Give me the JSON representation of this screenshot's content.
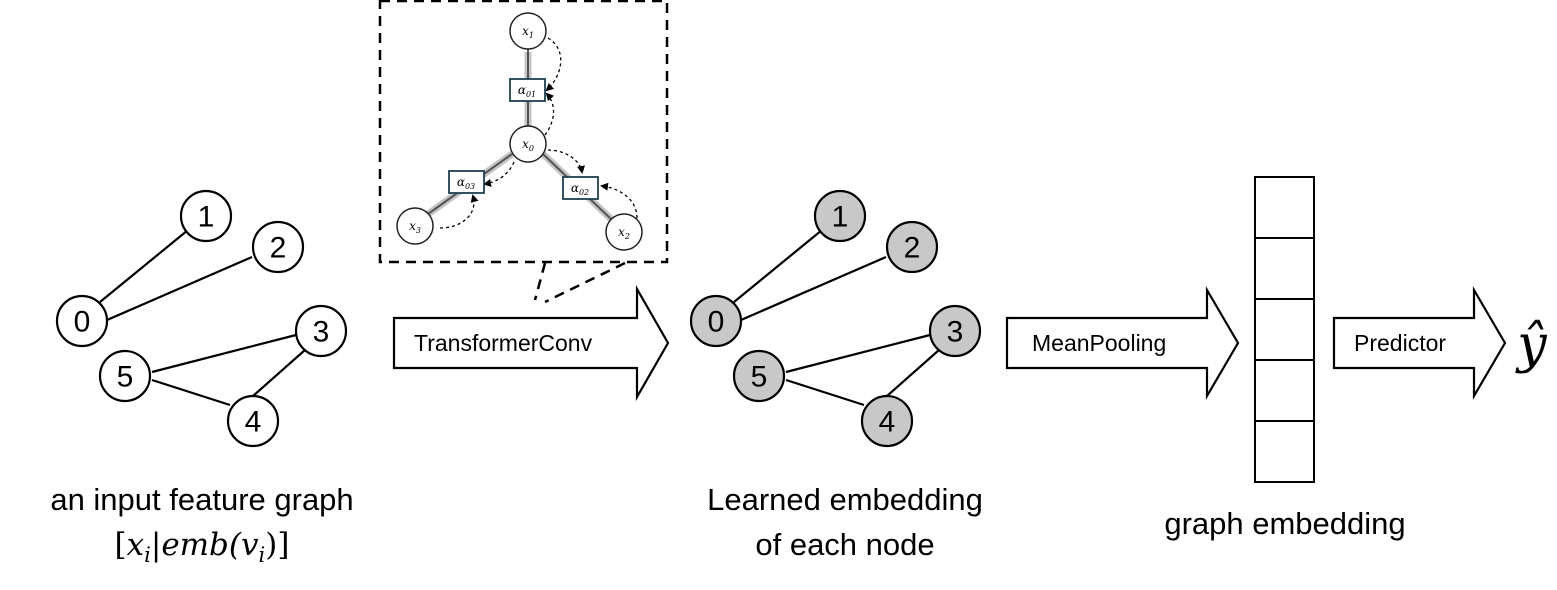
{
  "input_graph": {
    "nodes": [
      "0",
      "1",
      "2",
      "3",
      "4",
      "5"
    ],
    "caption": "an input feature graph",
    "formula": {
      "open": "[",
      "x": "x",
      "x_sub": "i",
      "bar": "|",
      "emb": "emb(",
      "v": "v",
      "v_sub": "i",
      "close": ")]"
    }
  },
  "inset": {
    "nodes": [
      {
        "base": "x",
        "sub": "1"
      },
      {
        "base": "x",
        "sub": "0"
      },
      {
        "base": "x",
        "sub": "3"
      },
      {
        "base": "x",
        "sub": "2"
      }
    ],
    "attention": [
      {
        "base": "α",
        "sub": "01"
      },
      {
        "base": "α",
        "sub": "03"
      },
      {
        "base": "α",
        "sub": "02"
      }
    ]
  },
  "steps": {
    "conv": "TransformerConv",
    "pool": "MeanPooling",
    "predict": "Predictor"
  },
  "learned_graph": {
    "nodes": [
      "0",
      "1",
      "2",
      "3",
      "4",
      "5"
    ],
    "caption_line1": "Learned embedding",
    "caption_line2": "of each node"
  },
  "graph_embedding": {
    "cells": 5,
    "caption": "graph embedding"
  },
  "output": {
    "symbol": "ŷ"
  },
  "colors": {
    "learned_node_fill": "#c8c8c8",
    "attention_box_stroke": "#1f3f4f"
  }
}
